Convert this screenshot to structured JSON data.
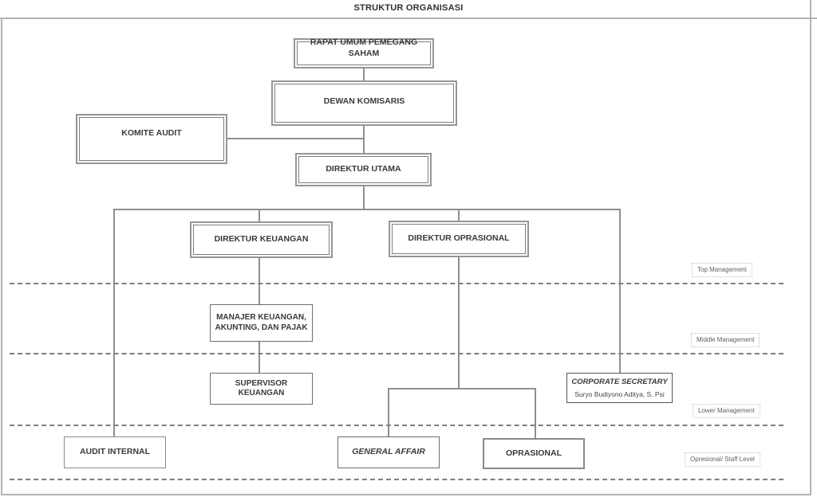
{
  "header": {
    "title": "STRUKTUR ORGANISASI"
  },
  "nodes": {
    "rups": {
      "label": "RAPAT UMUM PEMEGANG SAHAM"
    },
    "dewan_komisaris": {
      "label": "DEWAN KOMISARIS"
    },
    "komite_audit": {
      "label": "KOMITE AUDIT"
    },
    "direktur_utama": {
      "label": "DIREKTUR UTAMA"
    },
    "direktur_keuangan": {
      "label": "DIREKTUR KEUANGAN"
    },
    "direktur_oprasional": {
      "label": "DIREKTUR OPRASIONAL"
    },
    "manajer_keuangan": {
      "line1": "MANAJER KEUANGAN,",
      "line2": "AKUNTING, DAN PAJAK"
    },
    "supervisor_keuangan": {
      "label": "SUPERVISOR KEUANGAN"
    },
    "corporate_secretary": {
      "label": "CORPORATE SECRETARY",
      "person": "Suryo Budiyono Aditya, S. Psi"
    },
    "audit_internal": {
      "label": "AUDIT INTERNAL"
    },
    "general_affair": {
      "label": "GENERAL AFFAIR"
    },
    "oprasional": {
      "label": "OPRASIONAL"
    }
  },
  "level_labels": {
    "top": "Top Management",
    "middle": "Middle Management",
    "lower": "Lower Management",
    "staff": "Opresional/ Staff Level"
  },
  "colors": {
    "connector": "#8f8f8f",
    "box_border": "#969696",
    "frame_border": "#b3b3b3",
    "text": "#3a3a3a",
    "level_label_text": "#5f5f5f"
  }
}
